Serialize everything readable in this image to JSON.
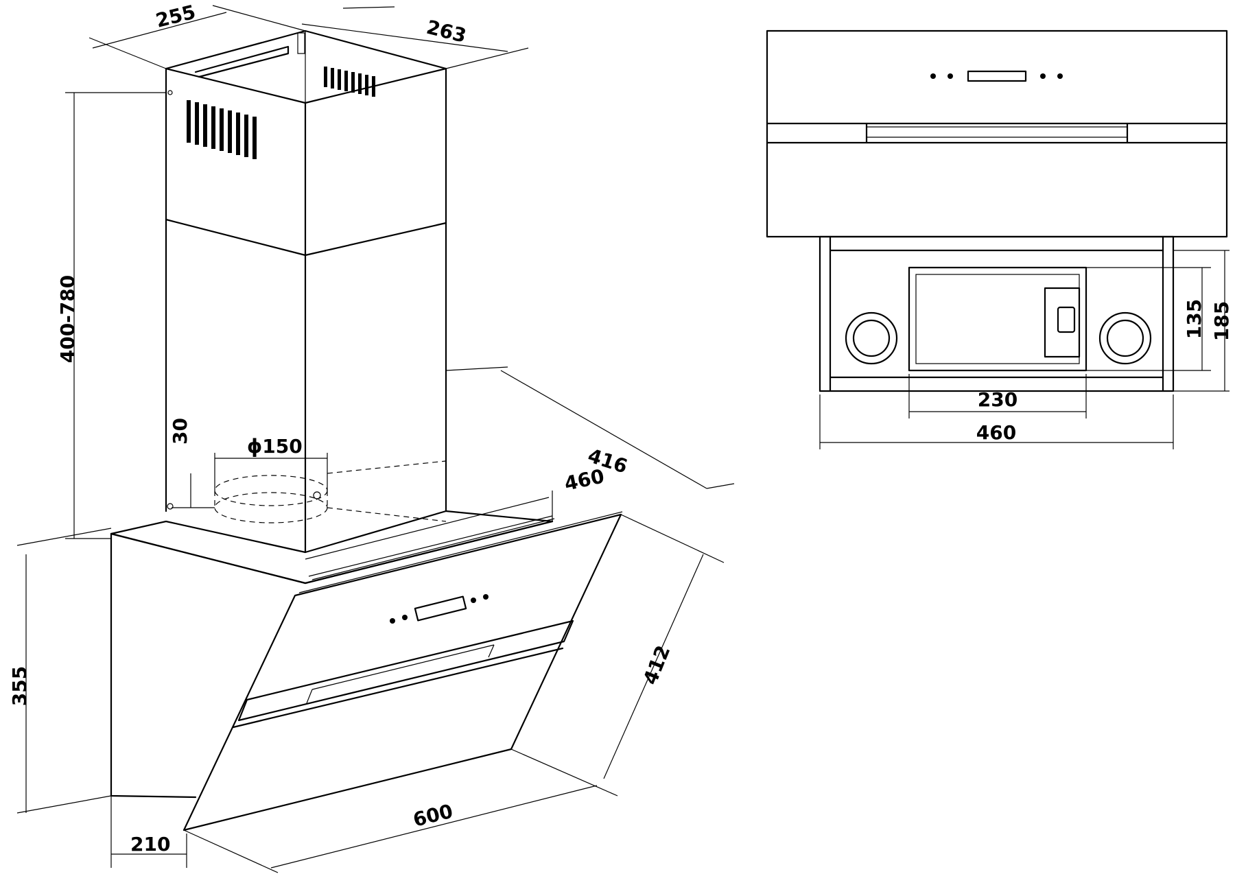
{
  "dimensions": {
    "chimney_depth": "255",
    "chimney_width": "263",
    "chimney_height": "400-780",
    "outlet_offset": "30",
    "outlet_diameter": "ϕ150",
    "body_depth": "416",
    "body_width": "460",
    "glass_height": "412",
    "hood_height": "355",
    "hood_width": "600",
    "hood_depth": "210",
    "filter_width": "230",
    "base_width": "460",
    "filter_height": "135",
    "base_height": "185"
  },
  "colors": {
    "line": "#000000",
    "background": "#ffffff"
  }
}
